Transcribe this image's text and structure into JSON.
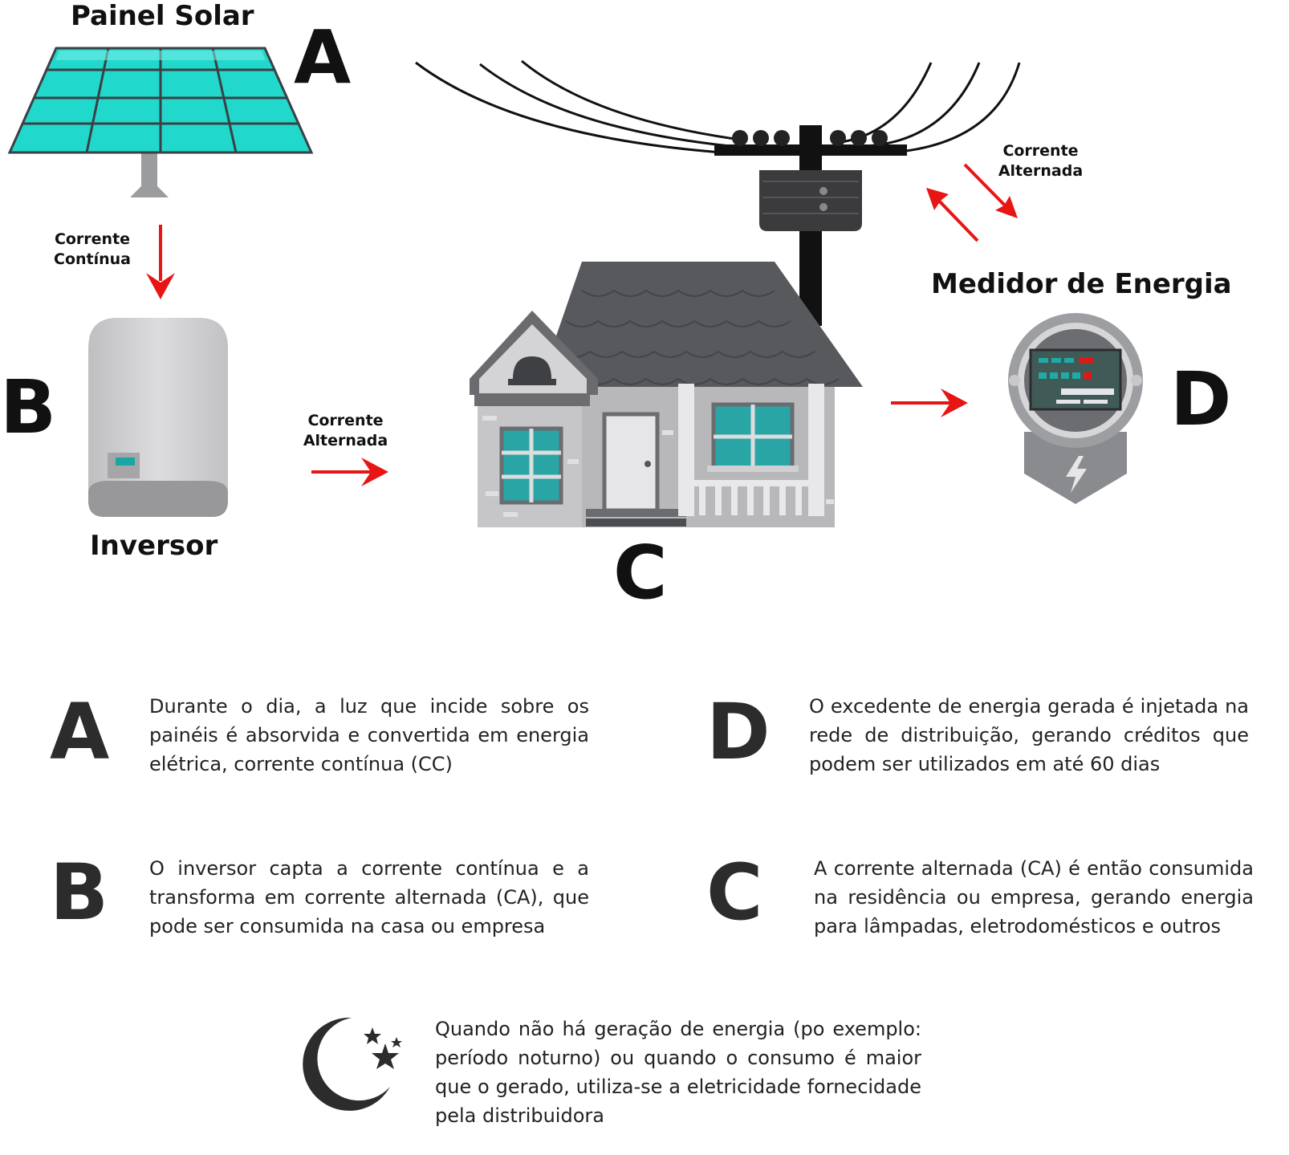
{
  "diagram": {
    "solar_panel_title": "Painel Solar",
    "letter_a": "A",
    "letter_b": "B",
    "letter_c": "C",
    "letter_d": "D",
    "inverter_title": "Inversor",
    "meter_title": "Medidor de Energia",
    "label_dc": [
      "Corrente",
      "Contínua"
    ],
    "label_ac_inverter": [
      "Corrente",
      "Alternada"
    ],
    "label_ac_grid": [
      "Corrente",
      "Alternada"
    ]
  },
  "legend": {
    "a": {
      "letter": "A",
      "text": "Durante o dia, a luz que incide sobre os painéis é absorvida e convertida em energia elétrica, corrente contínua (CC)"
    },
    "b": {
      "letter": "B",
      "text": "O inversor capta a corrente contínua e a transforma em corrente alternada (CA), que pode ser consumida na casa ou empresa"
    },
    "c": {
      "letter": "C",
      "text": "A corrente alternada (CA) é então consumida na residência ou empresa, gerando energia para lâmpadas, eletrodomésticos e outros"
    },
    "d": {
      "letter": "D",
      "text": "O excedente de energia gerada é injetada na rede de distribuição, gerando créditos que podem ser utilizados em até 60 dias"
    },
    "night": {
      "text": "Quando não há geração de energia (po exemplo: período noturno) ou quando o consumo é maior que o gerado, utiliza-se a eletricidade fornecidade pela distribuidora"
    }
  },
  "colors": {
    "arrow": "#e81515",
    "panel": "#22dcd0",
    "roof": "#55575b",
    "wall": "#c4c4c6",
    "window": "#2aa5a6",
    "dark": "#111111"
  },
  "icons": {
    "night": "moon-stars-icon",
    "solar": "solar-panel-icon",
    "inverter": "inverter-icon",
    "house": "house-icon",
    "pole": "utility-pole-icon",
    "meter": "energy-meter-icon"
  }
}
